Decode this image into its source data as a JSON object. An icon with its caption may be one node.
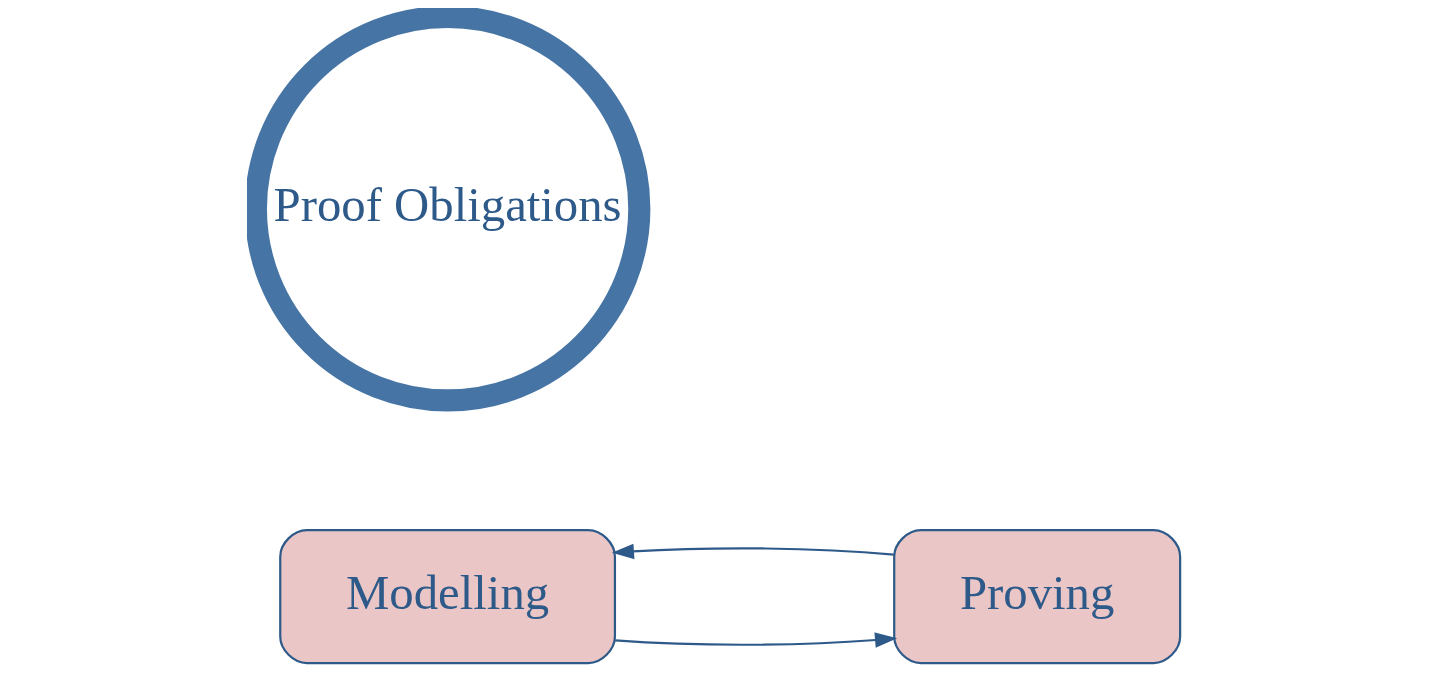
{
  "diagram": {
    "nodes": [
      {
        "text": [
          "Modelling"
        ]
      },
      {
        "text": [
          "Proving"
        ]
      },
      {
        "text": [
          "Proof Obligations"
        ]
      }
    ],
    "edges": [
      {
        "from": 0,
        "to": 1,
        "arrow": "to"
      },
      {
        "from": 1,
        "to": 0,
        "arrow": "to"
      }
    ]
  }
}
